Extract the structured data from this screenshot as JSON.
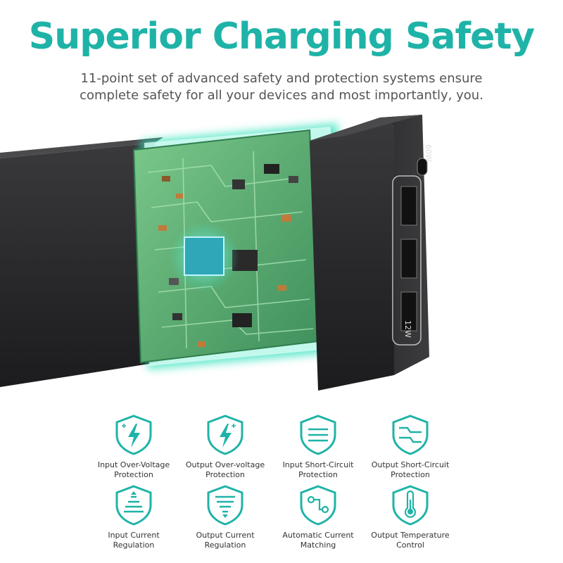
{
  "header": {
    "title": "Superior Charging Safety",
    "subtitle_line1": "11-point set of advanced safety and protection systems ensure",
    "subtitle_line2": "complete safety for all your devices and most importantly, you."
  },
  "product": {
    "port_label_top": "60W",
    "port_label_bottom": "12W"
  },
  "colors": {
    "accent": "#1fb3a8",
    "dark_body": "#2b2b2d",
    "pcb_green": "#5cab72",
    "glow": "#3de3c0"
  },
  "features": [
    {
      "icon": "voltage-input-icon",
      "line1": "Input Over-Voltage",
      "line2": "Protection"
    },
    {
      "icon": "voltage-output-icon",
      "line1": "Output Over-voltage",
      "line2": "Protection"
    },
    {
      "icon": "short-circuit-input-icon",
      "line1": "Input Short-Circuit",
      "line2": "Protection"
    },
    {
      "icon": "short-circuit-output-icon",
      "line1": "Output Short-Circuit",
      "line2": "Protection"
    },
    {
      "icon": "current-input-icon",
      "line1": "Input Current",
      "line2": "Regulation"
    },
    {
      "icon": "current-output-icon",
      "line1": "Output Current",
      "line2": "Regulation"
    },
    {
      "icon": "current-matching-icon",
      "line1": "Automatic Current",
      "line2": "Matching"
    },
    {
      "icon": "temperature-icon",
      "line1": "Output Temperature",
      "line2": "Control"
    }
  ]
}
